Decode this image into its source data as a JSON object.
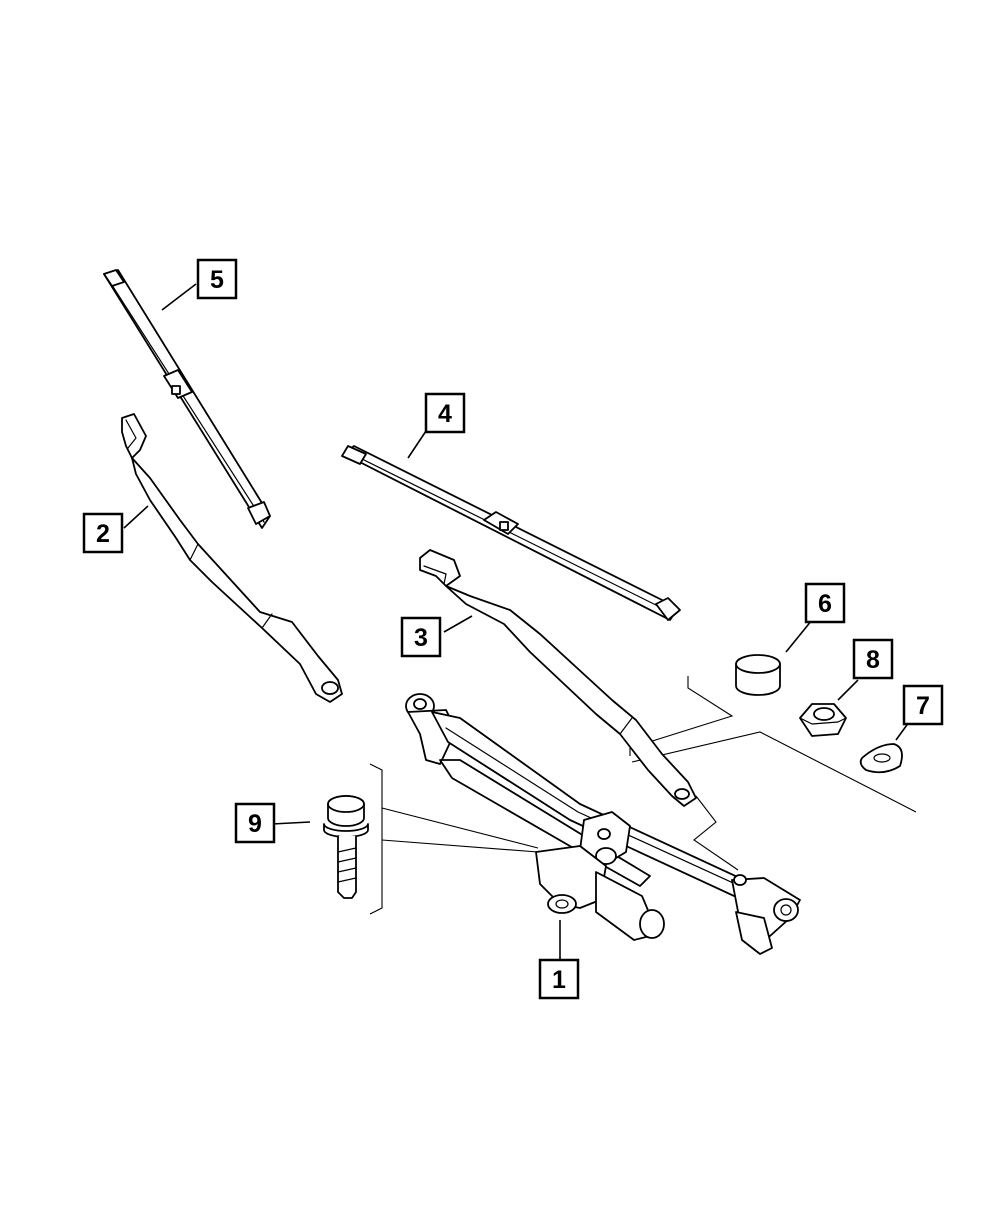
{
  "diagram": {
    "callouts": [
      {
        "id": "1",
        "label": "1",
        "part": "wiper-linkage-motor-assembly"
      },
      {
        "id": "2",
        "label": "2",
        "part": "wiper-arm-left"
      },
      {
        "id": "3",
        "label": "3",
        "part": "wiper-arm-right"
      },
      {
        "id": "4",
        "label": "4",
        "part": "wiper-blade-right"
      },
      {
        "id": "5",
        "label": "5",
        "part": "wiper-blade-left"
      },
      {
        "id": "6",
        "label": "6",
        "part": "cap"
      },
      {
        "id": "7",
        "label": "7",
        "part": "washer"
      },
      {
        "id": "8",
        "label": "8",
        "part": "nut"
      },
      {
        "id": "9",
        "label": "9",
        "part": "bolt"
      }
    ],
    "colors": {
      "line": "#000000",
      "background": "#ffffff"
    }
  }
}
